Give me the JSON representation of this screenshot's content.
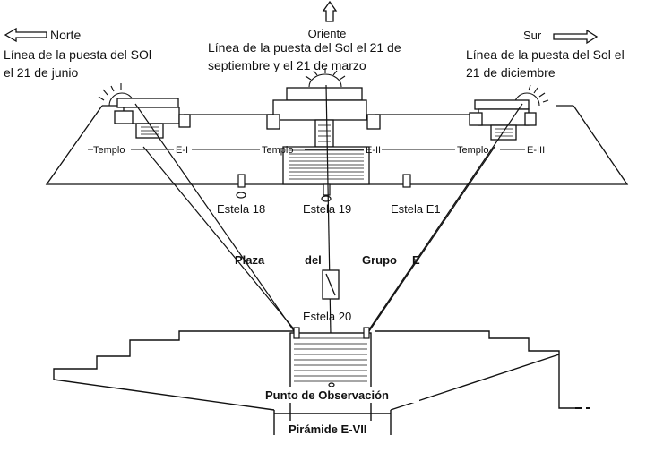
{
  "directions": {
    "north": {
      "label": "Norte",
      "desc_line1": "Línea de la puesta del SOl",
      "desc_line2": "el 21 de junio"
    },
    "east": {
      "label": "Oriente",
      "desc_line1": "Línea de la puesta del Sol el 21 de",
      "desc_line2": "septiembre y el 21 de marzo"
    },
    "south": {
      "label": "Sur",
      "desc_line1": "Línea de la puesta del Sol el",
      "desc_line2": "21 de diciembre"
    }
  },
  "temples": {
    "west": {
      "name": "Templo",
      "code": "E-I"
    },
    "center": {
      "name": "Templo",
      "code": "E-II"
    },
    "east": {
      "name": "Templo",
      "code": "E-III"
    }
  },
  "stelae": {
    "s18": "Estela 18",
    "s19": "Estela 19",
    "e1": "Estela E1",
    "s20": "Estela 20"
  },
  "plaza": {
    "w1": "Plaza",
    "w2": "del",
    "w3": "Grupo",
    "w4": "E"
  },
  "observation_point": "Punto de Observación",
  "pyramid": "Pirámide E-VII",
  "colors": {
    "ink": "#111111",
    "background": "#ffffff"
  }
}
